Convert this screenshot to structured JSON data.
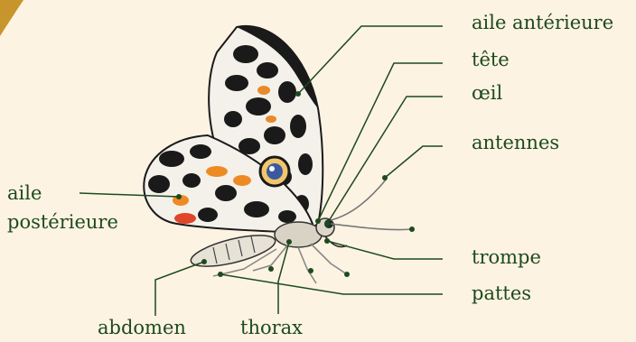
{
  "labels": {
    "forewing": "aile antérieure",
    "head": "tête",
    "eye": "œil",
    "antennae": "antennes",
    "hindwing_1": "aile",
    "hindwing_2": "postérieure",
    "proboscis": "trompe",
    "legs": "pattes",
    "abdomen": "abdomen",
    "thorax": "thorax"
  },
  "colors": {
    "background": "#fdf3e3",
    "label_text": "#1d4a1c",
    "leader_line": "#1d4a1c",
    "corner_accent": "#c8952d"
  }
}
